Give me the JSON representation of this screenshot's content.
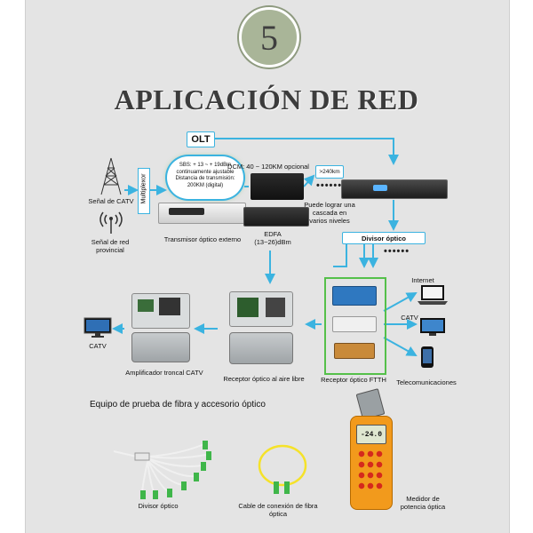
{
  "page_number": "5",
  "title": "APLICACIÓN DE RED",
  "labels": {
    "olt": "OLT",
    "sbs": "SBS: + 13 ~ + 19dBm continuamente ajustable Distancia de transmisión: 200KM (digital)",
    "dcm": "DCM: 40 ~ 120KM opcional",
    "km": ">240km",
    "catv_signal": "Señal de CATV",
    "multiplexer": "Multiplexor",
    "provincial": "Señal de red provincial",
    "transmitter": "Transmisor óptico externo",
    "edfa": "EDFA (13~26)dBm",
    "cascade": "Puede lograr una cascada en varios niveles",
    "splitter_box": "Divisor óptico",
    "internet": "Internet",
    "catv_right": "CATV",
    "catv_left": "CATV",
    "trunk_amp": "Amplificador troncal CATV",
    "outdoor_rx": "Receptor óptico al aire libre",
    "ftth_rx": "Receptor óptico FTTH",
    "telecom": "Telecomunicaciones",
    "test_title": "Equipo de prueba de fibra y accesorio óptico",
    "splitter": "Divisor óptico",
    "patch_cord": "Cable de conexión de fibra óptica",
    "power_meter": "Medidor de potencia óptica"
  },
  "dots": "••••••",
  "meter_display": "-24.0",
  "colors": {
    "arrow": "#3bb3e0",
    "ftth_frame": "#55c04a",
    "badge": "#a9b598",
    "background": "#e4e4e4",
    "title": "#3c3c3c"
  }
}
